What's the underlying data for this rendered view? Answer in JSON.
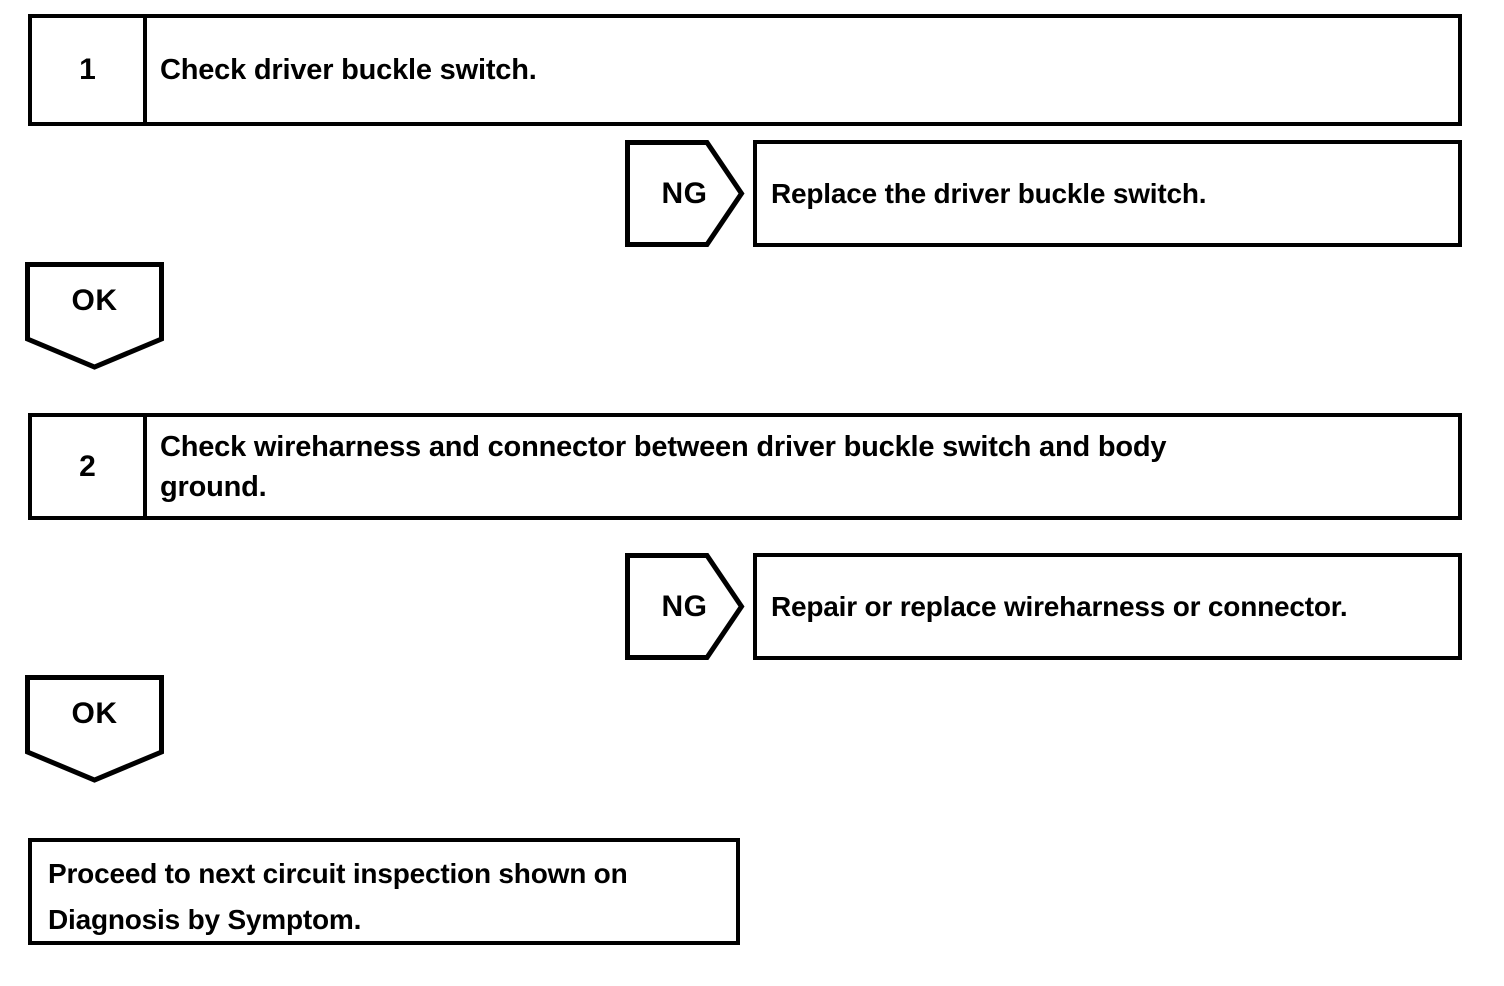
{
  "steps": [
    {
      "number": "1",
      "lines": [
        "Check driver buckle switch."
      ],
      "ng_label": "NG",
      "ng_result": "Replace the driver buckle switch.",
      "ok_label": "OK"
    },
    {
      "number": "2",
      "lines": [
        "Check wireharness and connector between driver buckle switch and body",
        "ground."
      ],
      "ng_label": "NG",
      "ng_result": "Repair or replace wireharness or connector.",
      "ok_label": "OK"
    }
  ],
  "final": {
    "lines": [
      "Proceed to next circuit inspection shown on",
      "Diagnosis by Symptom."
    ]
  },
  "colors": {
    "ink": "#000000",
    "paper": "#ffffff"
  }
}
